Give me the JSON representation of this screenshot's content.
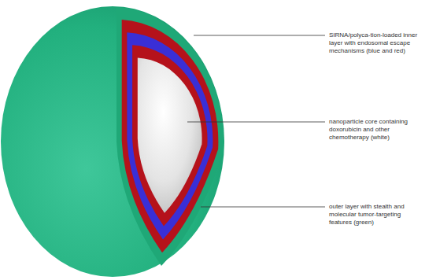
{
  "diagram": {
    "labels": [
      "SIRNA/polyca-tion-loaded inner layer with endosomal escape mechanisms (blue and red)",
      "nanoparticle core containing doxorubicin and other chemotherapy (white)",
      "outer layer with stealth and molecular tumor-targeting features (green)"
    ]
  }
}
